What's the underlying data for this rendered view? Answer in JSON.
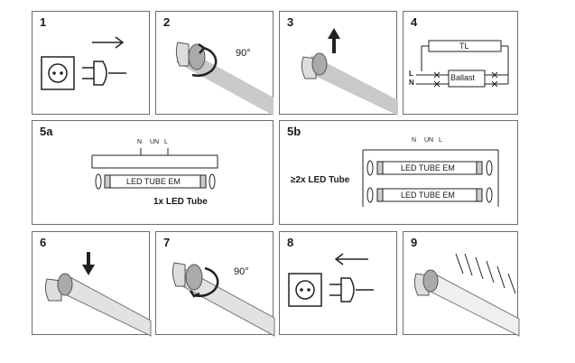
{
  "steps": [
    {
      "label": "1"
    },
    {
      "label": "2"
    },
    {
      "label": "3"
    },
    {
      "label": "4"
    },
    {
      "label": "5a"
    },
    {
      "label": "5b"
    },
    {
      "label": "6"
    },
    {
      "label": "7"
    },
    {
      "label": "8"
    },
    {
      "label": "9"
    }
  ],
  "rotation_angle": "90°",
  "wiring": {
    "tl": "TL",
    "ballast": "Ballast",
    "line": "L",
    "neutral": "N"
  },
  "terminal": {
    "n": "N",
    "un": "UN",
    "l": "L"
  },
  "tube_label": "LED TUBE EM",
  "caption_single": "1x LED Tube",
  "caption_multi": "≥2x LED Tube"
}
